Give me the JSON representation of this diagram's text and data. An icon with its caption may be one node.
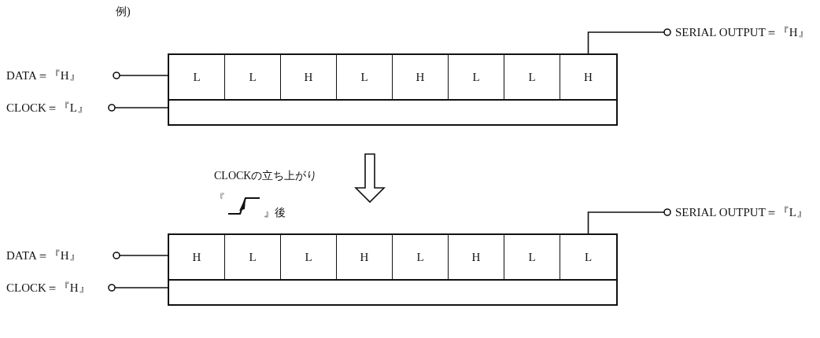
{
  "diagram": {
    "nodes": [
      {
        "text": [],
        "shape": "box"
      },
      {
        "text": [
          "L"
        ],
        "in": 0
      },
      {
        "text": [
          "L"
        ],
        "in": 0
      },
      {
        "text": [
          "H"
        ],
        "in": 0
      },
      {
        "text": [
          "L"
        ],
        "in": 0
      },
      {
        "text": [
          "H"
        ],
        "in": 0
      },
      {
        "text": [
          "L"
        ],
        "in": 0
      },
      {
        "text": [
          "L"
        ],
        "in": 0
      },
      {
        "text": [
          "H"
        ],
        "in": 0
      },
      {
        "text": [],
        "shape": "box",
        "in": 0
      },
      {
        "text": [
          "DATA＝『H』"
        ]
      },
      {
        "text": [
          "CLOCK＝『L』"
        ]
      },
      {
        "text": [
          "SERIAL OUTPUT＝『H』"
        ]
      },
      {
        "text": [],
        "shape": "box"
      },
      {
        "text": [
          "H"
        ],
        "in": 13
      },
      {
        "text": [
          "L"
        ],
        "in": 13
      },
      {
        "text": [
          "L"
        ],
        "in": 13
      },
      {
        "text": [
          "H"
        ],
        "in": 13
      },
      {
        "text": [
          "L"
        ],
        "in": 13
      },
      {
        "text": [
          "H"
        ],
        "in": 13
      },
      {
        "text": [
          "L"
        ],
        "in": 13
      },
      {
        "text": [
          "L"
        ],
        "in": 13
      },
      {
        "text": [],
        "shape": "box",
        "in": 13
      },
      {
        "text": [
          "DATA＝『H』"
        ]
      },
      {
        "text": [
          "CLOCK＝『H』"
        ]
      },
      {
        "text": [
          "SERIAL OUTPUT＝『L』"
        ]
      }
    ],
    "edges": [
      {
        "from": 10,
        "to": 1,
        "arrow": "other"
      },
      {
        "from": 11,
        "to": 9,
        "arrow": "other"
      },
      {
        "from": 12,
        "to": 8,
        "arrow": "other"
      },
      {
        "from": 0,
        "to": 13,
        "arrow": "to",
        "label": "CLOCKの立ち上がり"
      },
      {
        "from": 23,
        "to": 14,
        "arrow": "other"
      },
      {
        "from": 24,
        "to": 22,
        "arrow": "other"
      },
      {
        "from": 25,
        "to": 21,
        "arrow": "other"
      }
    ],
    "labels": [
      "例)",
      "『",
      "』後"
    ]
  }
}
